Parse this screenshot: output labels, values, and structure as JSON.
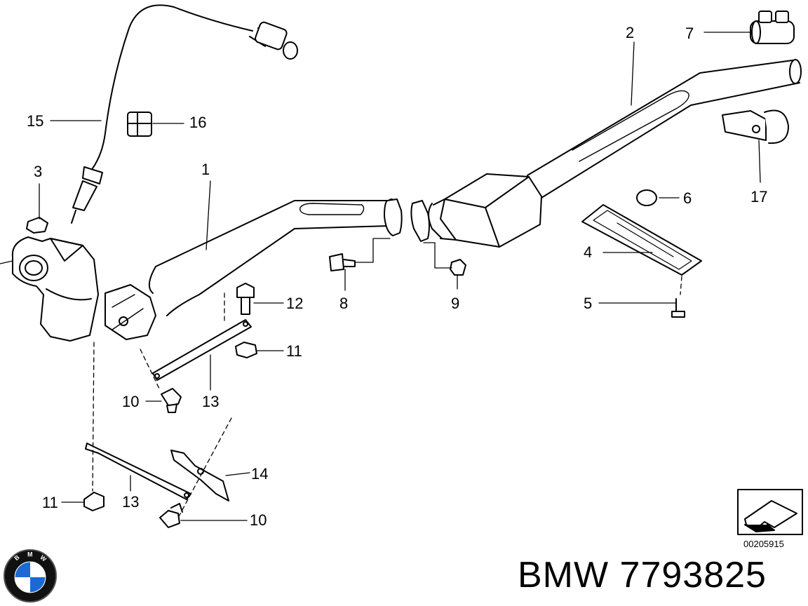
{
  "diagram": {
    "callouts": [
      "1",
      "2",
      "3",
      "4",
      "5",
      "6",
      "7",
      "8",
      "9",
      "10",
      "10",
      "11",
      "11",
      "12",
      "13",
      "13",
      "14",
      "15",
      "16",
      "17"
    ],
    "reference_code": "00205915"
  },
  "caption": {
    "brand": "BMW",
    "part_number": "7793825",
    "text": "BMW 7793825"
  },
  "logo": {
    "letters": [
      "B",
      "M",
      "W"
    ],
    "colors": {
      "blue": "#1c69d4",
      "white": "#ffffff",
      "ring": "#000000"
    }
  }
}
